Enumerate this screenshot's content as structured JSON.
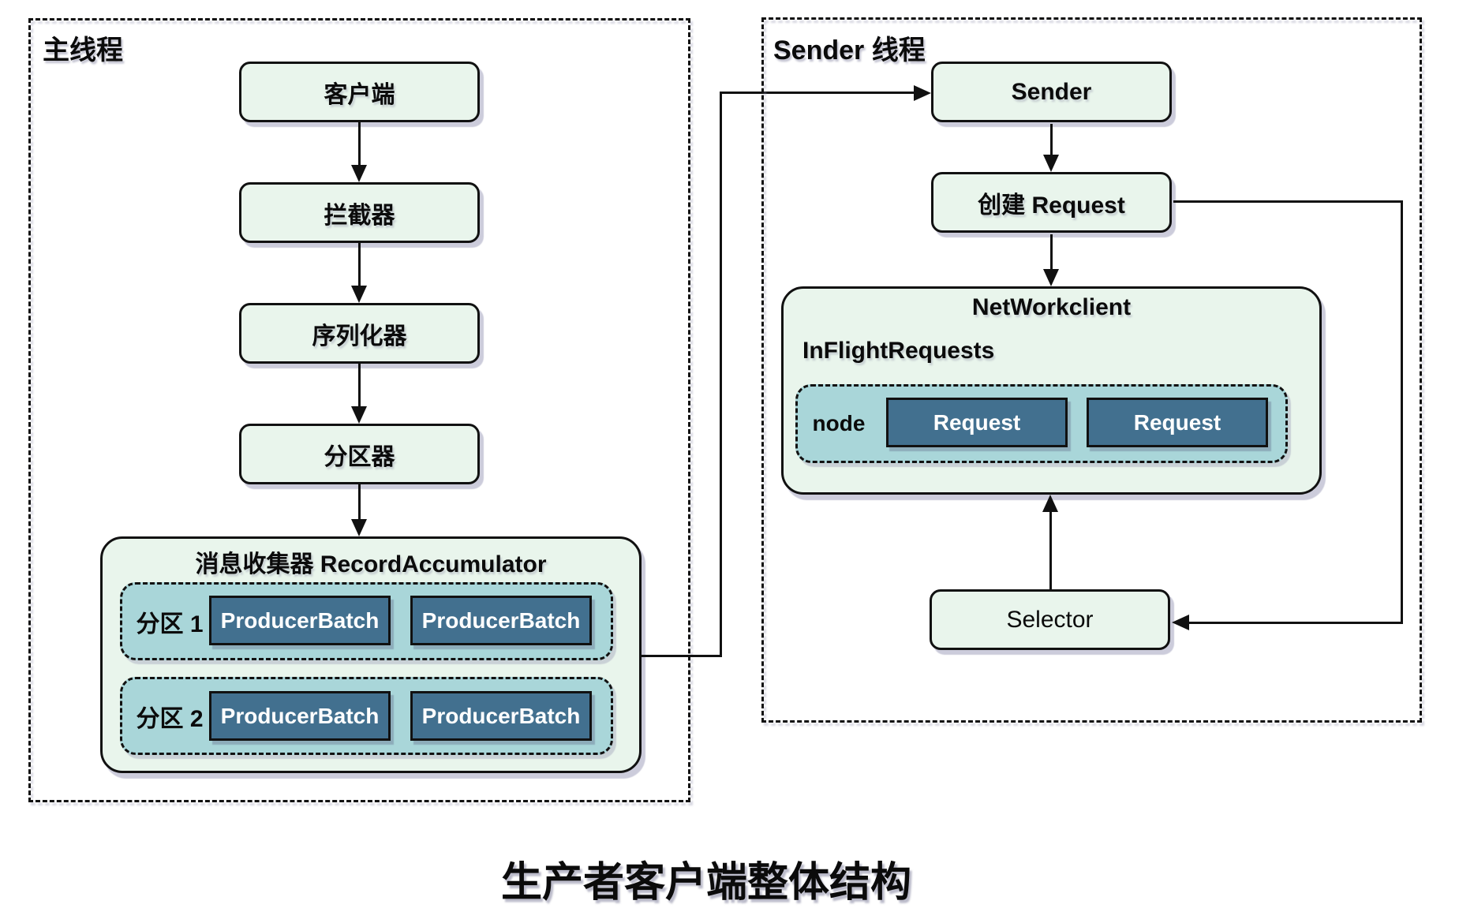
{
  "title": "生产者客户端整体结构",
  "main_thread": {
    "label": "主线程",
    "flow": [
      "客户端",
      "拦截器",
      "序列化器",
      "分区器"
    ],
    "accumulator": {
      "title": "消息收集器 RecordAccumulator",
      "partitions": [
        {
          "label": "分区 1",
          "batches": [
            "ProducerBatch",
            "ProducerBatch"
          ]
        },
        {
          "label": "分区 2",
          "batches": [
            "ProducerBatch",
            "ProducerBatch"
          ]
        }
      ]
    }
  },
  "sender_thread": {
    "label": "Sender 线程",
    "sender": "Sender",
    "create_request": "创建 Request",
    "network_client": {
      "title": "NetWorkclient",
      "inflight": "InFlightRequests",
      "node_label": "node",
      "requests": [
        "Request",
        "Request"
      ]
    },
    "selector": "Selector"
  },
  "colors": {
    "box_fill": "#e9f5ec",
    "partition_fill": "#a9d6d9",
    "batch_fill": "#42708f",
    "batch_text": "#ffffff",
    "border": "#111111",
    "background": "#ffffff"
  }
}
